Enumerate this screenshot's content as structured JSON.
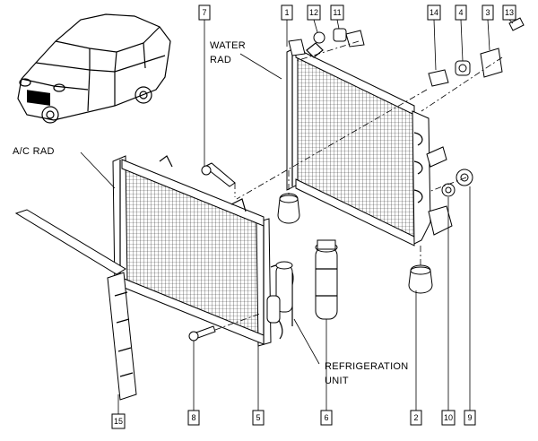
{
  "diagram": {
    "labels": {
      "water_rad": [
        "WATER",
        "RAD"
      ],
      "ac_rad": "A/C RAD",
      "refrigeration_unit": [
        "REFRIGERATION",
        "UNIT"
      ]
    },
    "part_refs": {
      "p1": "1",
      "p2": "2",
      "p3": "3",
      "p4": "4",
      "p5": "5",
      "p6": "6",
      "p7": "7",
      "p8": "8",
      "p9": "9",
      "p10": "10",
      "p11": "11",
      "p12": "12",
      "p13": "13",
      "p14": "14",
      "p15": "15"
    }
  }
}
